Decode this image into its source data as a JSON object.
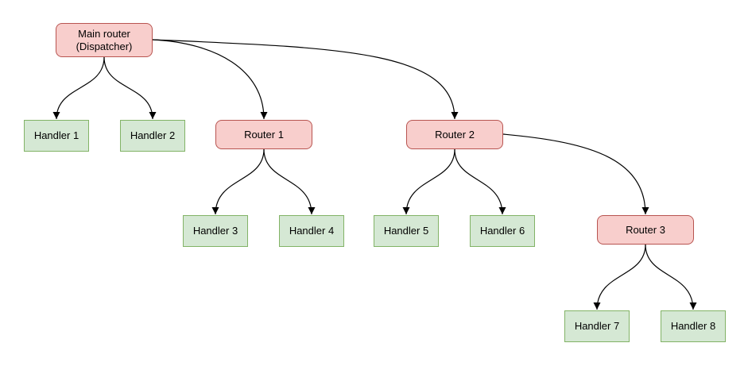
{
  "diagram": {
    "type": "tree-flowchart",
    "colors": {
      "router_fill": "#f8cecc",
      "router_border": "#b85450",
      "handler_fill": "#d5e8d4",
      "handler_border": "#82b366",
      "edge": "#000000",
      "background": "#ffffff"
    },
    "nodes": [
      {
        "id": "main-router",
        "label": "Main router (Dispatcher)",
        "type": "router"
      },
      {
        "id": "handler-1",
        "label": "Handler 1",
        "type": "handler"
      },
      {
        "id": "handler-2",
        "label": "Handler 2",
        "type": "handler"
      },
      {
        "id": "router-1",
        "label": "Router 1",
        "type": "router"
      },
      {
        "id": "router-2",
        "label": "Router 2",
        "type": "router"
      },
      {
        "id": "handler-3",
        "label": "Handler 3",
        "type": "handler"
      },
      {
        "id": "handler-4",
        "label": "Handler 4",
        "type": "handler"
      },
      {
        "id": "handler-5",
        "label": "Handler 5",
        "type": "handler"
      },
      {
        "id": "handler-6",
        "label": "Handler 6",
        "type": "handler"
      },
      {
        "id": "router-3",
        "label": "Router 3",
        "type": "router"
      },
      {
        "id": "handler-7",
        "label": "Handler 7",
        "type": "handler"
      },
      {
        "id": "handler-8",
        "label": "Handler 8",
        "type": "handler"
      }
    ],
    "edges": [
      {
        "from": "main-router",
        "to": "handler-1"
      },
      {
        "from": "main-router",
        "to": "handler-2"
      },
      {
        "from": "main-router",
        "to": "router-1"
      },
      {
        "from": "main-router",
        "to": "router-2"
      },
      {
        "from": "router-1",
        "to": "handler-3"
      },
      {
        "from": "router-1",
        "to": "handler-4"
      },
      {
        "from": "router-2",
        "to": "handler-5"
      },
      {
        "from": "router-2",
        "to": "handler-6"
      },
      {
        "from": "router-2",
        "to": "router-3"
      },
      {
        "from": "router-3",
        "to": "handler-7"
      },
      {
        "from": "router-3",
        "to": "handler-8"
      }
    ]
  }
}
